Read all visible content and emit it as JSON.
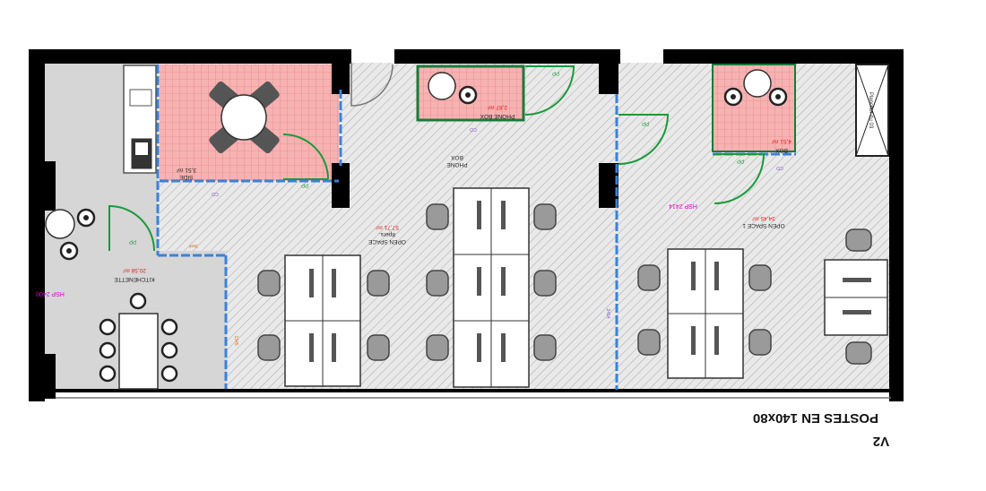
{
  "plan": {
    "title": "POSTES EN 140x80",
    "version": "V2",
    "colors": {
      "wall": "#000000",
      "meeting_zone": "#f4a6a6",
      "hatch": "#9a9a9a",
      "floor_gray": "#d6d6d6",
      "partition_blue": "#3b82d6",
      "door_green": "#1a9a3a",
      "label_magenta": "#e000d0",
      "label_red": "#d81b1b",
      "label_orange": "#e07020",
      "label_purple": "#7b4fd0"
    }
  },
  "rooms": [
    {
      "id": "kitchenette",
      "name": "KITCHENETTE",
      "area": "20,58 m²",
      "hsp": "HSP 2400"
    },
    {
      "id": "side",
      "name": "SIDE",
      "area": "3,51 m²"
    },
    {
      "id": "open-space",
      "name": "OPEN SPACE",
      "sub": "8pers.",
      "area": "57,71 m²"
    },
    {
      "id": "phone-box-1",
      "name": "PHONE BOX",
      "area": "2,87 m²"
    },
    {
      "id": "phone-box-2",
      "name": "PHONE",
      "sub": "BOX"
    },
    {
      "id": "open-space-1",
      "name": "OPEN SPACE 1",
      "area": "34,45 m²",
      "hsp": "HSP 2414"
    },
    {
      "id": "box",
      "name": "BOX",
      "area": "4,51 m²"
    }
  ],
  "annotations": {
    "door_pp": "PP",
    "wall_tag": "CO",
    "wall_tag_2": "2414",
    "orange_tag": "3m4",
    "orange_tag_2": "1345",
    "cabinet": "Plancher du 03"
  }
}
